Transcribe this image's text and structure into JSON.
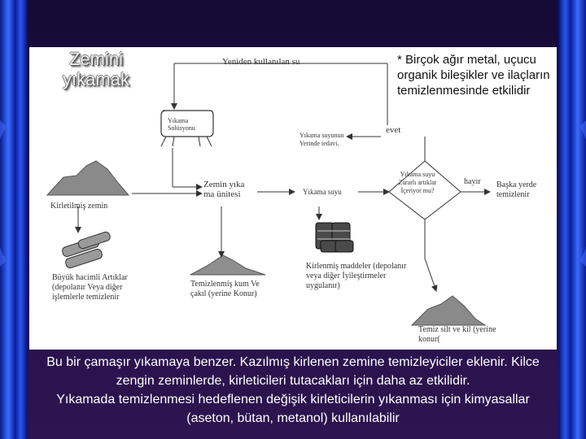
{
  "title_lines": [
    "Zemini",
    "yıkamak"
  ],
  "note": "* Birçok ağır metal, uçucu organik bileşikler ve ilaçların temizlenmesinde etkilidir",
  "labels": {
    "reuse_water": "Yeniden kullanılan su",
    "wash_solution": "Yıkama Solüsyonu",
    "wash_water_treat": "Yıkama suyunun Yerinde tedavi.",
    "yes": "evet",
    "contaminated_soil": "Kirletilmiş zemin",
    "soil_wash_unit": "Zemin yıka ma ünitesi",
    "wash_water": "Yıkama suyu",
    "decision": "Yıkama suyu Zararlı artıklar İçeriyor mu?",
    "no": "hayır",
    "elsewhere_clean": "Başka yerde temizlenir",
    "bulky_waste": "Büyük hacimli Artıklar (depolanır Veya diğer işlemlerle temizlenir",
    "clean_sand": "Temizlenmiş kum Ve çakıl (yerine Konur)",
    "contaminants": "Kirlenmiş maddeler (depolanır veya diğer İyileştirmeler uygulanır)",
    "clean_silt": "Temiz silt ve kil (yerine konur("
  },
  "caption_lines": [
    "Bu bir çamaşır yıkamaya benzer. Kazılmış kirlenen zemine temizleyiciler eklenir. Kilce",
    "zengin zeminlerde, kirleticileri tutacakları için daha az etkilidir.",
    "Yıkamada temizlenmesi hedeflenen değişik kirleticilerin yıkanması için kimyasallar",
    "(aseton, bütan, metanol) kullanılabilir"
  ],
  "colors": {
    "background": "#251048",
    "curtain": "#2a55ee",
    "panel": "#ffffff",
    "title": "#f0f0f0"
  },
  "icons": [
    "soil-pile-icon",
    "pipes-icon",
    "sand-pile-icon",
    "drums-icon",
    "silt-pile-icon",
    "tank-icon"
  ]
}
